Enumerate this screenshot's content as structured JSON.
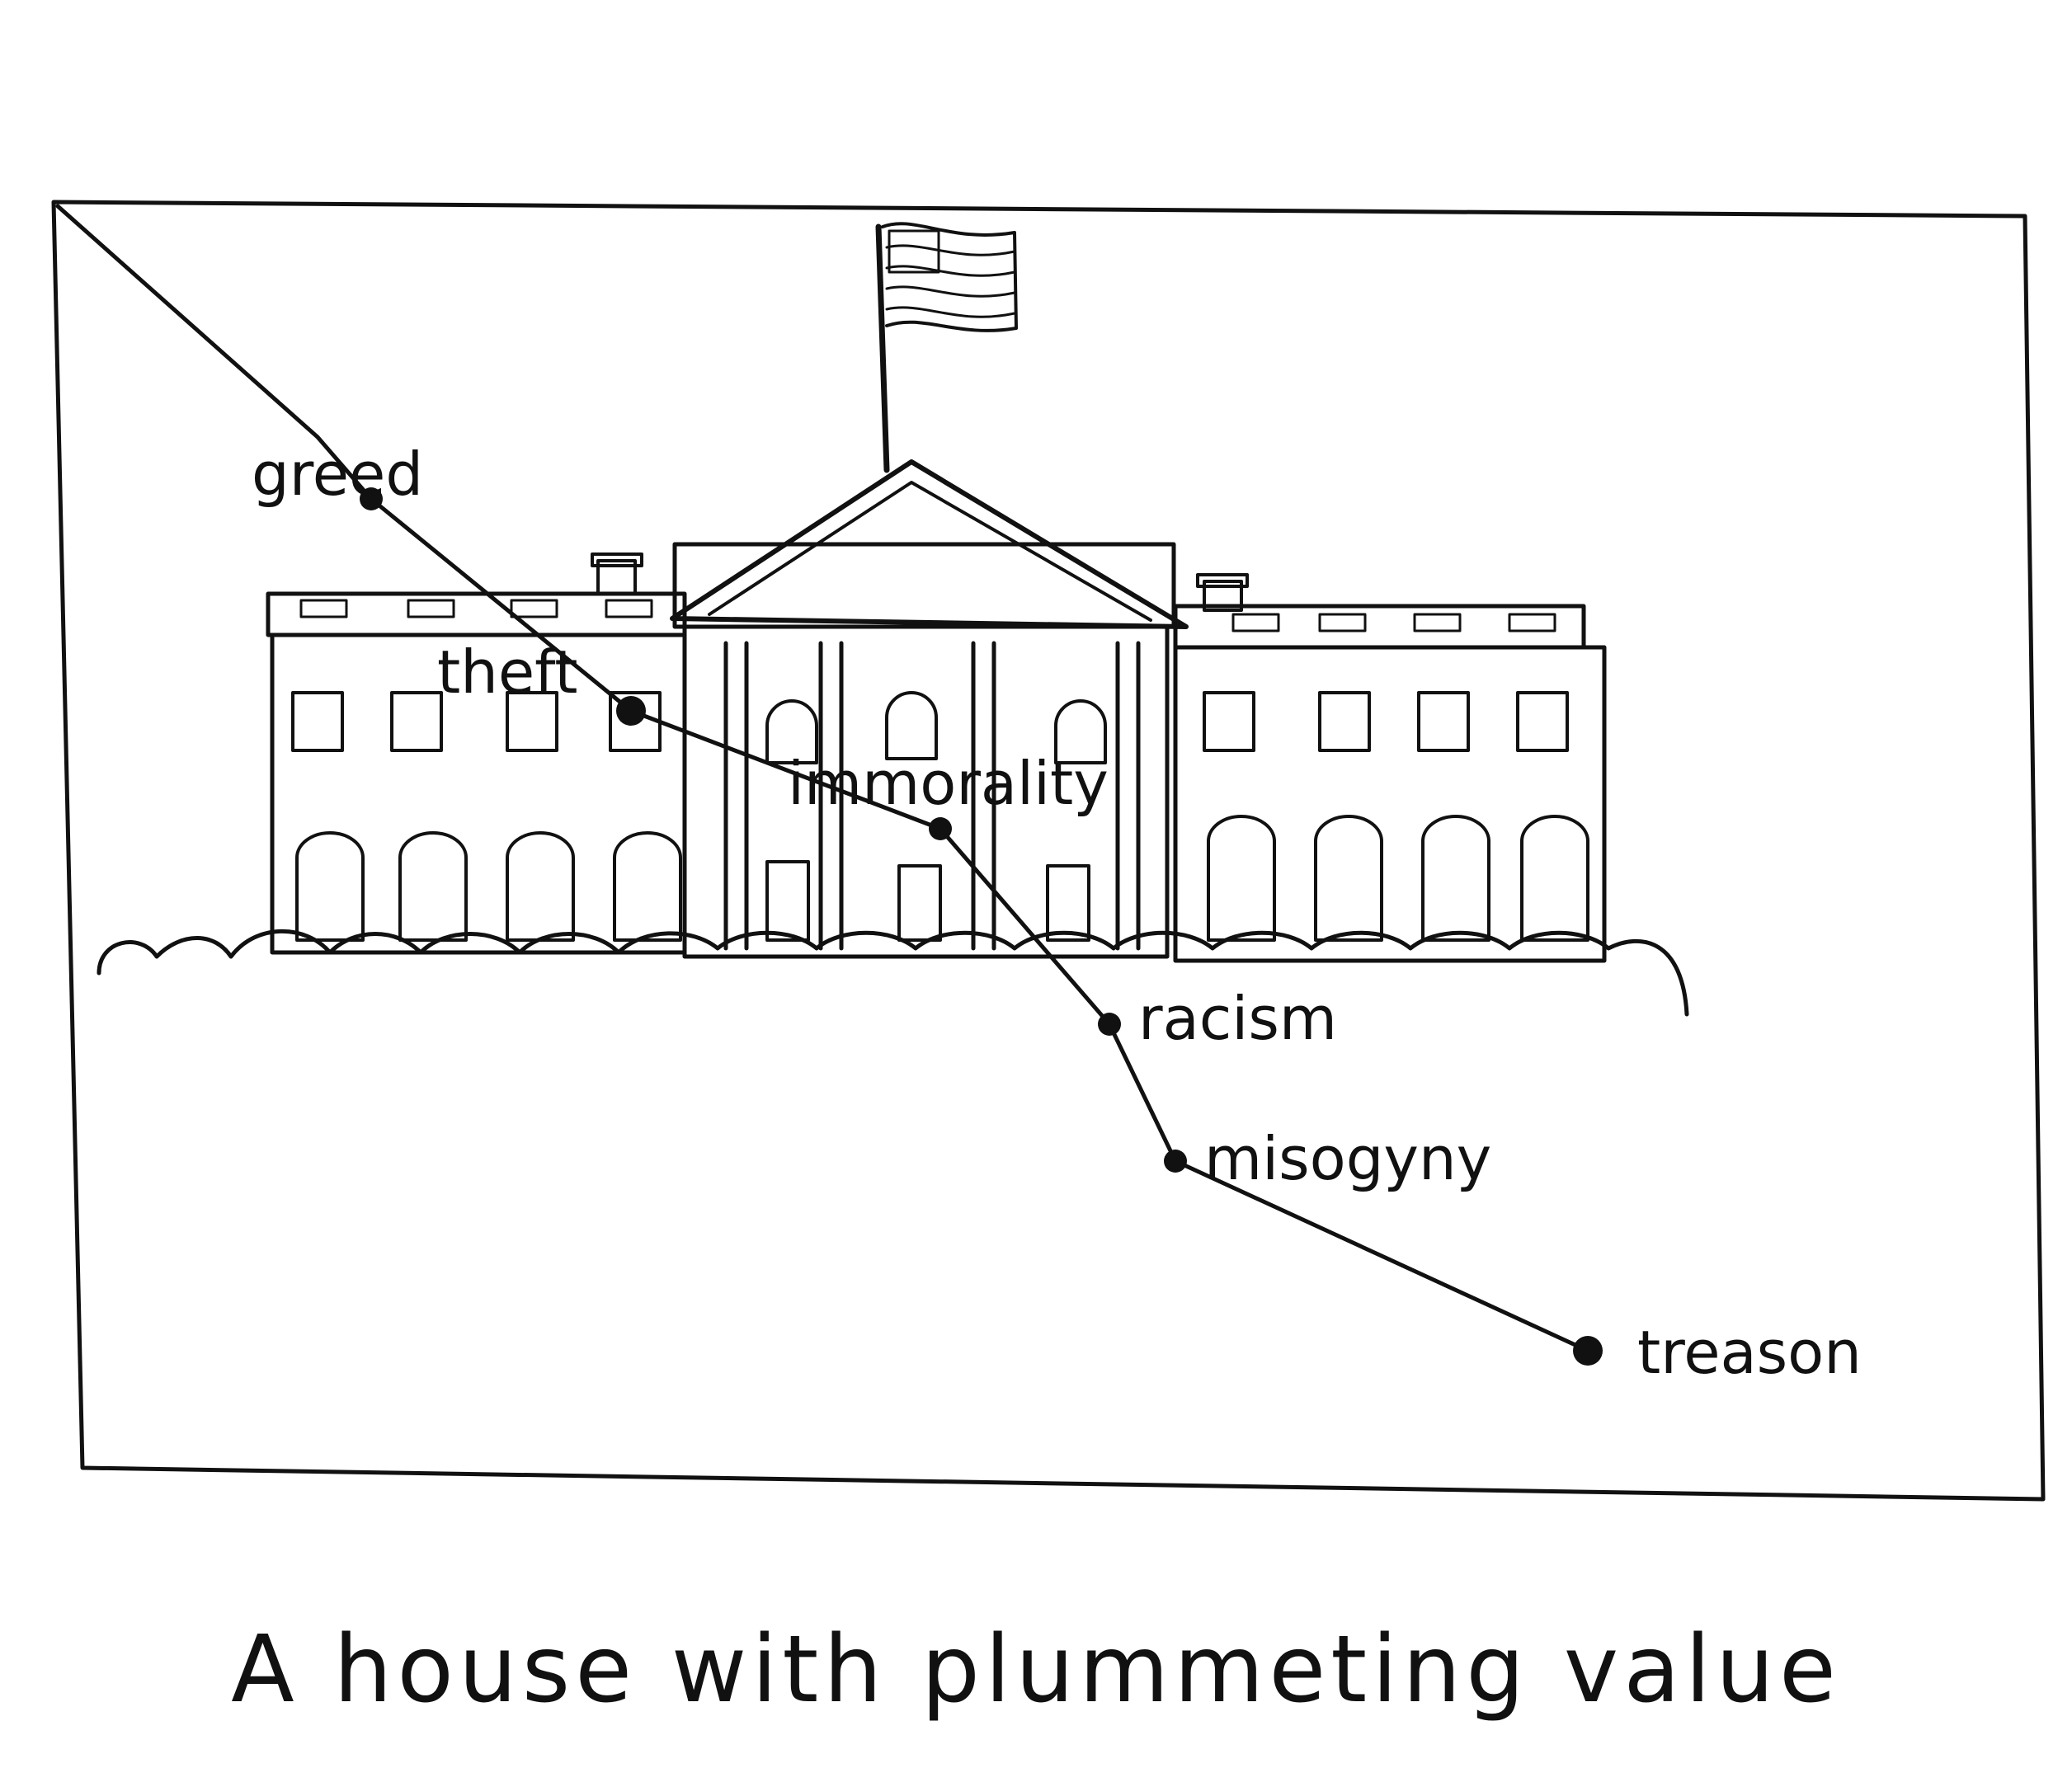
{
  "points": [
    {
      "label": "greed"
    },
    {
      "label": "theft"
    },
    {
      "label": "immorality"
    },
    {
      "label": "racism"
    },
    {
      "label": "misogyny"
    },
    {
      "label": "treason"
    }
  ],
  "caption": "A house with plummeting value",
  "ink_color": "#111111"
}
